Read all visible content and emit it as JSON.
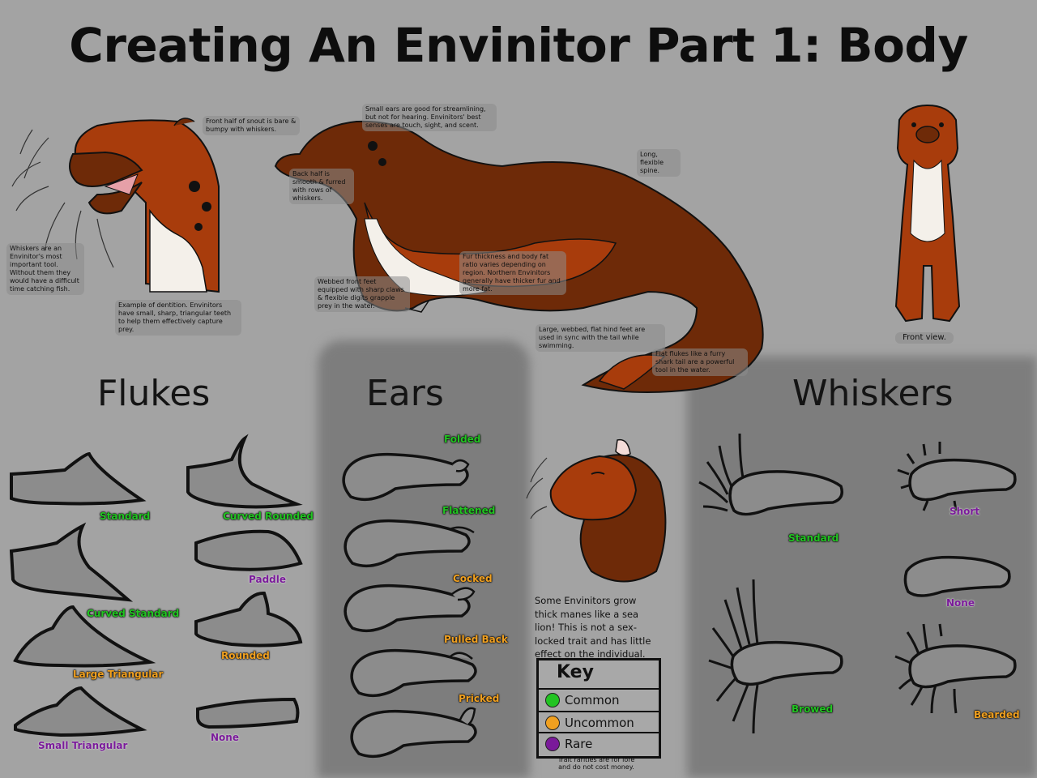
{
  "title": "Creating An Envinitor Part 1: Body",
  "sections": {
    "flukes": "Flukes",
    "ears": "Ears",
    "whiskers": "Whiskers"
  },
  "notes": {
    "snout_front": "Front half of snout is bare & bumpy with whiskers.",
    "snout_back": "Back half is smooth & furred with rows of whiskers.",
    "ears_small": "Small ears are good for streamlining, but not for hearing. Envinitors' best senses are touch, sight, and scent.",
    "spine": "Long, flexible spine.",
    "whiskers_tool": "Whiskers are an Envinitor's most important tool. Without them they would have a difficult time catching fish.",
    "dentition": "Example of dentition. Envinitors have small, sharp, triangular teeth to help them effectively capture prey.",
    "front_feet": "Webbed front feet equipped with sharp claws & flexible digits grapple prey in the water.",
    "fur": "Fur thickness and body fat ratio varies depending on region. Northern Envinitors generally have thicker fur and more fat.",
    "hind_feet": "Large, webbed, flat hind feet are used in sync with the tail while swimming.",
    "flukes_tail": "Flat flukes like a furry shark tail are a powerful tool in the water.",
    "front_view": "Front view.",
    "mane": "Some Envinitors grow thick manes like a sea lion! This is not a sex-locked trait and has little effect on the individual."
  },
  "flukes": {
    "standard": "Standard",
    "curved_rounded": "Curved Rounded",
    "curved_standard": "Curved Standard",
    "paddle": "Paddle",
    "large_triangular": "Large Triangular",
    "rounded": "Rounded",
    "small_triangular": "Small Triangular",
    "none": "None"
  },
  "ears": {
    "folded": "Folded",
    "flattened": "Flattened",
    "cocked": "Cocked",
    "pulled_back": "Pulled Back",
    "pricked": "Pricked"
  },
  "whiskers": {
    "standard": "Standard",
    "short": "Short",
    "none": "None",
    "browed": "Browed",
    "bearded": "Bearded"
  },
  "key": {
    "title": "Key",
    "common": "Common",
    "uncommon": "Uncommon",
    "rare": "Rare",
    "note": "Trait rarities are for lore and do not cost money."
  },
  "colors": {
    "common": "#22c422",
    "uncommon": "#f0a020",
    "rare": "#7a1a9a",
    "fur_dark": "#6e2a08",
    "fur_mid": "#a83c0c",
    "fur_light": "#f4f0ea",
    "background": "#a3a3a3"
  }
}
